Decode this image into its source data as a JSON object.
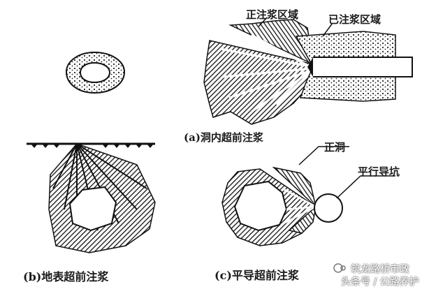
{
  "labels": {
    "grouted_zone": "正注浆区域",
    "pre_grouted_zone": "已注浆区域",
    "caption_a": "(a)洞内超前注浆",
    "caption_b": "(b)地表超前注浆",
    "caption_c": "(c)平导超前注浆",
    "main_tunnel": "正洞",
    "parallel_adit": "平行导坑"
  },
  "watermark": {
    "line1": "筑龙路桥市政",
    "line2": "头条号 / 公路养护"
  },
  "colors": {
    "ink": "#111111",
    "background": "#ffffff"
  }
}
